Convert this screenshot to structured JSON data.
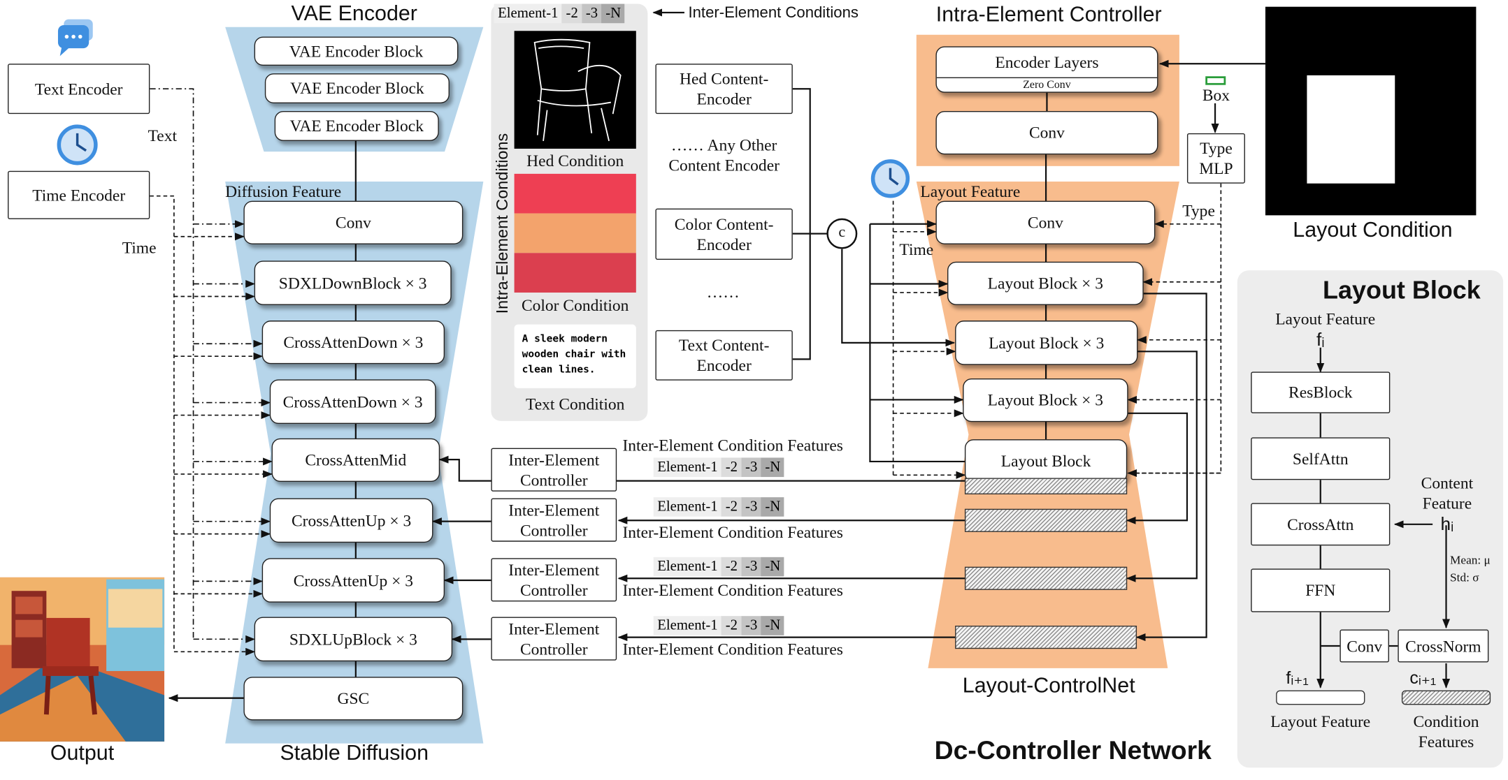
{
  "headers": {
    "vae_encoder": "VAE Encoder",
    "stable_diffusion": "Stable Diffusion",
    "intra_element_controller": "Intra-Element Controller",
    "layout_controlnet": "Layout-ControlNet",
    "layout_condition": "Layout Condition",
    "layout_block": "Layout Block",
    "network": "Dc-Controller Network",
    "output": "Output",
    "intra_element_conditions": "Intra-Element Conditions"
  },
  "encoders": {
    "text": "Text Encoder",
    "time": "Time Encoder"
  },
  "labels": {
    "text": "Text",
    "time": "Time",
    "time2": "Time",
    "diffusion_feature": "Diffusion Feature",
    "layout_feature": "Layout Feature",
    "box": "Box",
    "type": "Type",
    "inter_cond_arrow": "Inter-Element Conditions",
    "concat": "c",
    "zero_conv": "Zero Conv"
  },
  "vae_blocks": [
    "VAE Encoder Block",
    "VAE Encoder Block",
    "VAE Encoder Block"
  ],
  "sd_blocks": [
    "Conv",
    "SDXLDownBlock × 3",
    "CrossAttenDown × 3",
    "CrossAttenDown × 3",
    "CrossAttenMid",
    "CrossAttenUp × 3",
    "CrossAttenUp × 3",
    "SDXLUpBlock × 3",
    "GSC"
  ],
  "conditions": {
    "hed": "Hed Condition",
    "color": "Color Condition",
    "text": "Text Condition",
    "text_sample": "A sleek modern wooden chair with clean lines.",
    "colors": [
      "#ee3f53",
      "#f3a36c",
      "#db3f4f"
    ]
  },
  "element_tags": [
    "Element-1",
    "-2",
    "-3",
    "-N"
  ],
  "content_encoders": {
    "hed": "Hed Content-Encoder",
    "any_other": "…… Any Other Content Encoder",
    "dots": "……",
    "color": "Color Content-Encoder",
    "text": "Text Content-Encoder"
  },
  "controller_layers": {
    "encoder_layers": "Encoder Layers",
    "conv": "Conv"
  },
  "type_mlp": "Type MLP",
  "controlnet_blocks": [
    "Conv",
    "Layout Block × 3",
    "Layout Block × 3",
    "Layout Block × 3",
    "Layout Block"
  ],
  "inter_controller": "Inter-Element Controller",
  "inter_features": "Inter-Element Condition Features",
  "layout_block_detail": {
    "layout_feature": "Layout Feature",
    "f_i": "fᵢ",
    "blocks": [
      "ResBlock",
      "SelfAttn",
      "CrossAttn",
      "FFN"
    ],
    "content_feature": "Content Feature",
    "h_i": "hᵢ",
    "mean": "Mean: μ",
    "std": "Std: σ",
    "conv": "Conv",
    "crossnorm": "CrossNorm",
    "f_next": "fᵢ₊₁",
    "c_next": "cᵢ₊₁",
    "out_layout": "Layout Feature",
    "out_condition": "Condition Features"
  }
}
